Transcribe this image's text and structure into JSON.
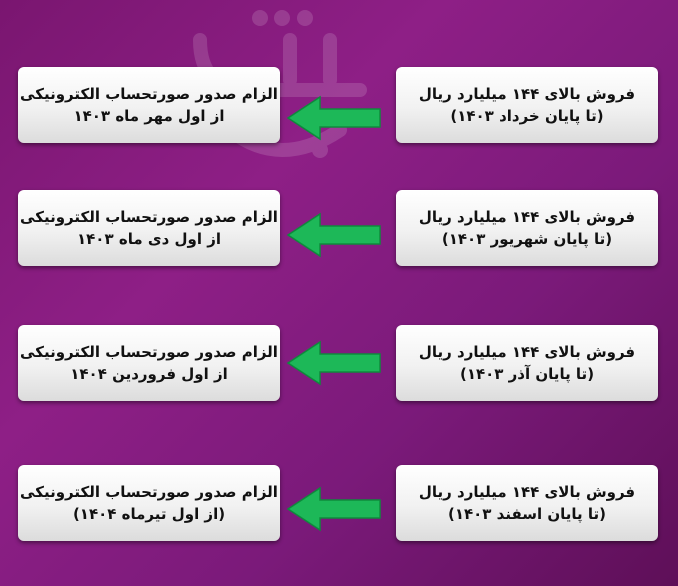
{
  "colors": {
    "arrow": "#1db858",
    "arrow_dark": "#0e8a3c",
    "box_bg": "#f2f2f2",
    "background": "#7a1670"
  },
  "rows": [
    {
      "right_line1": "فروش بالای ۱۴۴ میلیارد ریال",
      "right_line2": "(تا پایان خرداد ۱۴۰۳)",
      "left_line1": "الزام صدور صورتحساب الکترونیکی",
      "left_line2": "از اول مهر ماه ۱۴۰۳"
    },
    {
      "right_line1": "فروش بالای ۱۴۴ میلیارد ریال",
      "right_line2": "(تا پایان شهریور ۱۴۰۳)",
      "left_line1": "الزام صدور صورتحساب الکترونیکی",
      "left_line2": "از اول دی ماه ۱۴۰۳"
    },
    {
      "right_line1": "فروش بالای ۱۴۴ میلیارد ریال",
      "right_line2": "(تا پایان آذر ۱۴۰۳)",
      "left_line1": "الزام صدور صورتحساب الکترونیکی",
      "left_line2": "از اول فروردین ۱۴۰۴"
    },
    {
      "right_line1": "فروش بالای ۱۴۴ میلیارد ریال",
      "right_line2": "(تا پایان اسفند ۱۴۰۳)",
      "left_line1": "الزام صدور صورتحساب الکترونیکی",
      "left_line2": "(از اول تیرماه ۱۴۰۴)"
    }
  ]
}
